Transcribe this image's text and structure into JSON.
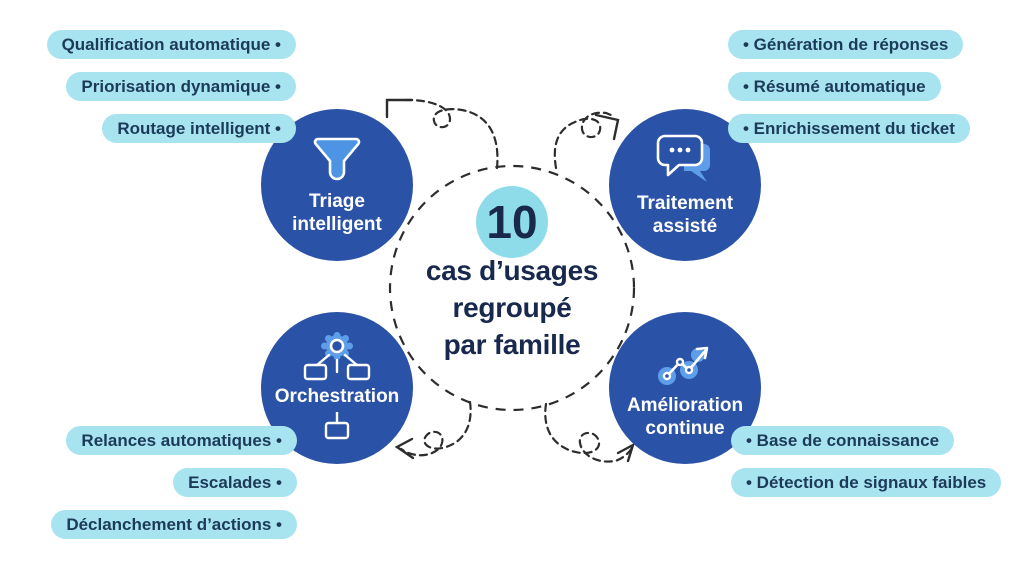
{
  "center": {
    "badge_number": "10",
    "line1": "cas d’usages",
    "line2": "regroupé",
    "line3": "par famille"
  },
  "families": {
    "triage": {
      "label1": "Triage",
      "label2": "intelligent",
      "icon": "funnel-icon",
      "pills": [
        "Qualification automatique •",
        "Priorisation dynamique •",
        "Routage intelligent •"
      ]
    },
    "traitement": {
      "label1": "Traitement",
      "label2": "assisté",
      "icon": "chat-bubbles-icon",
      "pills": [
        "• Génération de réponses",
        "• Résumé automatique",
        "• Enrichissement du ticket"
      ]
    },
    "orchestration": {
      "label1": "Orchestration",
      "icon": "gear-flowchart-icon",
      "pills": [
        "Relances automatiques •",
        "Escalades •",
        "Déclanchement d’actions •"
      ]
    },
    "amelioration": {
      "label1": "Amélioration",
      "label2": "continue",
      "icon": "trend-up-icon",
      "pills": [
        "• Base de connaissance",
        "• Détection de signaux faibles"
      ]
    }
  },
  "colors": {
    "circle_blue": "#2A52A7",
    "icon_light_blue": "#5E9EE8",
    "pill_background": "#A8E3F0",
    "badge_background": "#8EDCE9",
    "navy_text": "#19294E",
    "pill_text": "#1B3B59",
    "arrow_stroke": "#2d2d2d"
  }
}
